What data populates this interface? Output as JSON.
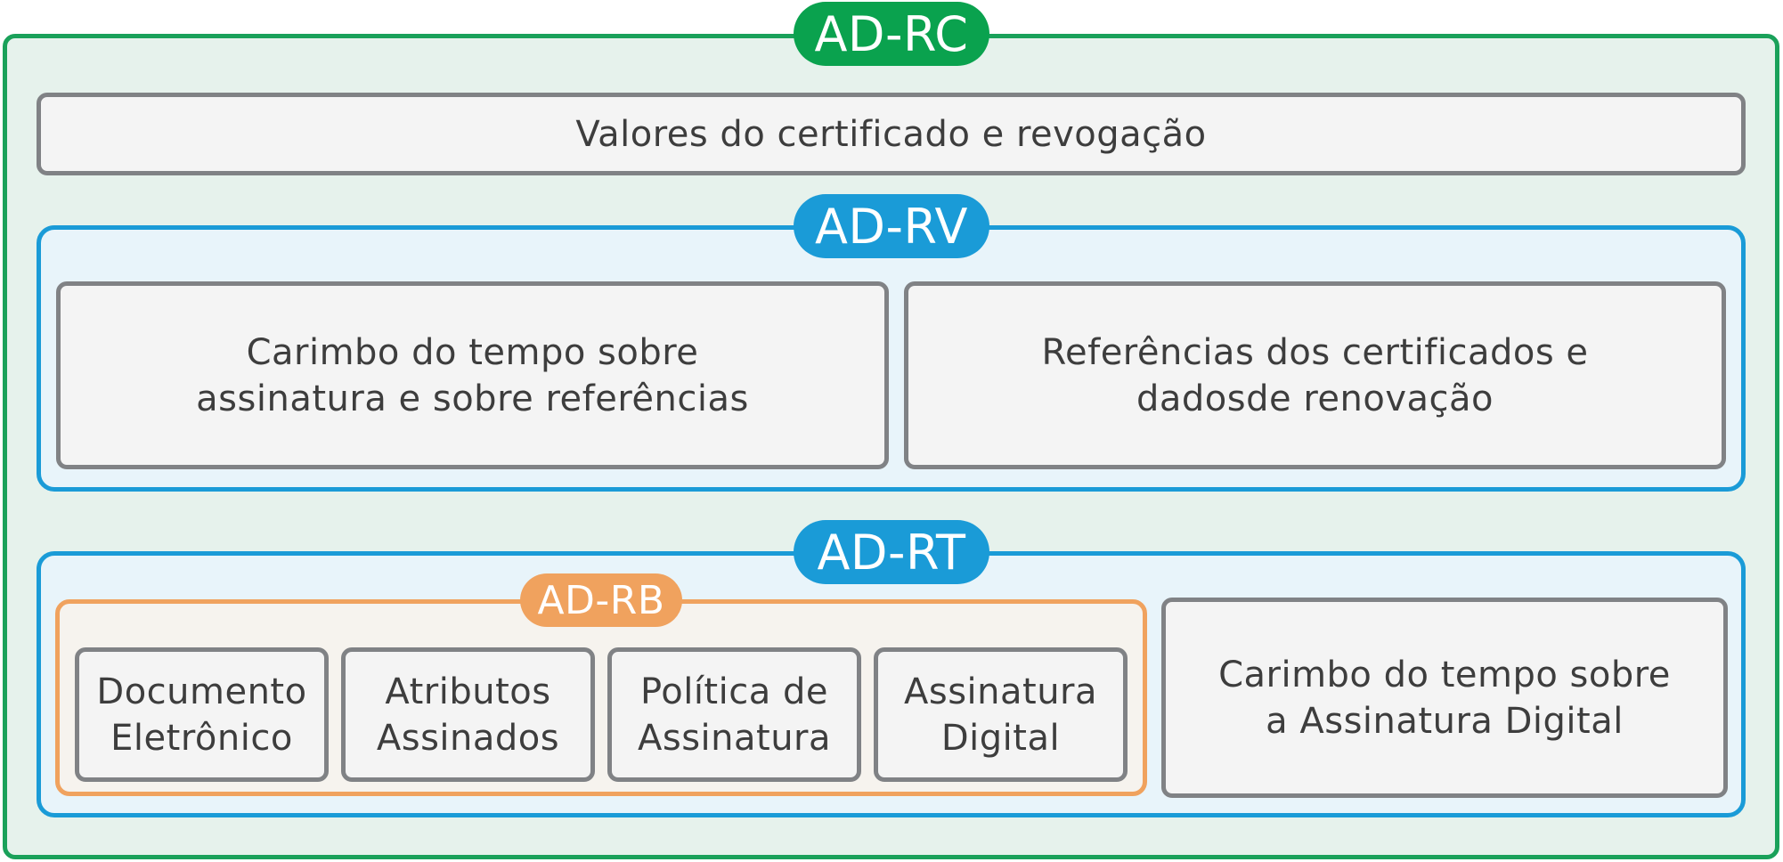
{
  "diagram": {
    "ad_rc": {
      "label": "AD-RC",
      "box": "Valores do certificado e revogação"
    },
    "ad_rv": {
      "label": "AD-RV",
      "boxes": [
        "Carimbo do tempo sobre\nassinatura e sobre referências",
        "Referências dos certificados e\ndadosde renovação"
      ]
    },
    "ad_rt": {
      "label": "AD-RT",
      "box": "Carimbo do tempo sobre\na Assinatura Digital"
    },
    "ad_rb": {
      "label": "AD-RB",
      "boxes": [
        "Documento\nEletrônico",
        "Atributos\nAssinados",
        "Política de\nAssinatura",
        "Assinatura\nDigital"
      ]
    },
    "colors": {
      "ad_rc": "#0aa24e",
      "ad_rv": "#1a9bd7",
      "ad_rt": "#1a9bd7",
      "ad_rb": "#f0a25e",
      "box_border": "#808285"
    }
  }
}
